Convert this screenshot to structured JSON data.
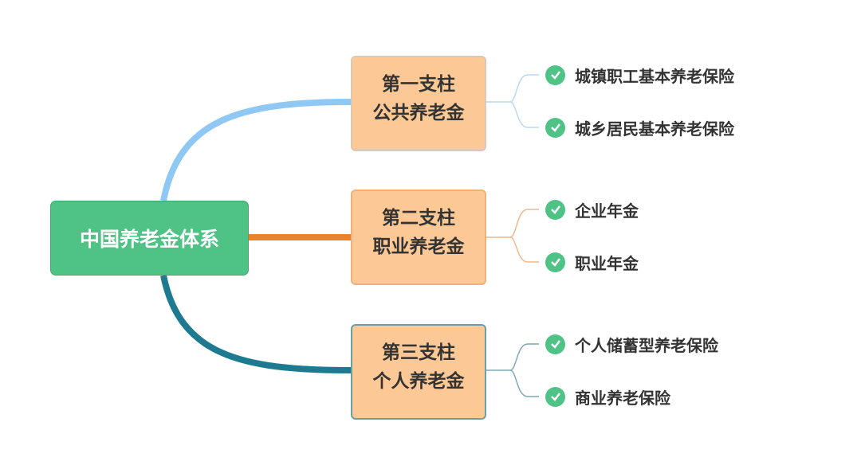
{
  "root": {
    "label": "中国养老金体系"
  },
  "pillars": [
    {
      "title": "第一支柱",
      "subtitle": "公共养老金",
      "color": "#90c8f5",
      "items": [
        "城镇职工基本养老保险",
        "城乡居民基本养老保险"
      ]
    },
    {
      "title": "第二支柱",
      "subtitle": "职业养老金",
      "color": "#e8822e",
      "items": [
        "企业年金",
        "职业年金"
      ]
    },
    {
      "title": "第三支柱",
      "subtitle": "个人养老金",
      "color": "#1d7a91",
      "items": [
        "个人储蓄型养老保险",
        "商业养老保险"
      ]
    }
  ],
  "icons": {
    "leaf": "check-circle-icon"
  }
}
